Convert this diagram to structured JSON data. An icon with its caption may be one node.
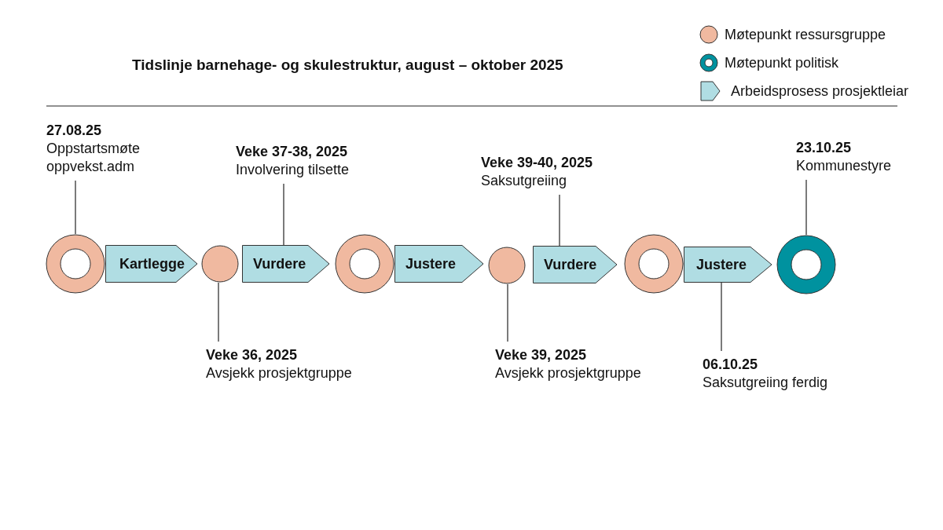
{
  "diagram": {
    "title": "Tidslinje barnehage- og skulestruktur, august – oktober 2025",
    "nodes": [
      {
        "text": [],
        "shape": "circle"
      },
      {
        "text": [
          "Kartlegge"
        ]
      },
      {
        "text": [],
        "shape": "circle"
      },
      {
        "text": [
          "Vurdere"
        ]
      },
      {
        "text": [],
        "shape": "circle"
      },
      {
        "text": [
          "Justere"
        ]
      },
      {
        "text": [],
        "shape": "circle"
      },
      {
        "text": [
          "Vurdere"
        ]
      },
      {
        "text": [],
        "shape": "circle"
      },
      {
        "text": [
          "Justere"
        ]
      },
      {
        "text": [],
        "shape": "circle"
      },
      {
        "text": [
          "27.08.25",
          "Oppstartsmøte oppvekst.adm"
        ]
      },
      {
        "text": [
          "Veke 36, 2025",
          "Avsjekk prosjektgruppe"
        ]
      },
      {
        "text": [
          "Veke 37-38, 2025",
          "Involvering tilsette"
        ]
      },
      {
        "text": [
          "Veke 39-40, 2025",
          "Saksutgreiing"
        ]
      },
      {
        "text": [
          "Veke 39, 2025",
          "Avsjekk prosjektgruppe"
        ]
      },
      {
        "text": [
          "06.10.25",
          "Saksutgreiing ferdig"
        ]
      },
      {
        "text": [
          "23.10.25",
          "Kommunestyre"
        ]
      }
    ],
    "edges": [
      {
        "from": 11,
        "to": 0,
        "arrow": "none"
      },
      {
        "from": 12,
        "to": 2,
        "arrow": "none"
      },
      {
        "from": 13,
        "to": 3,
        "arrow": "none"
      },
      {
        "from": 14,
        "to": 7,
        "arrow": "none"
      },
      {
        "from": 15,
        "to": 6,
        "arrow": "none"
      },
      {
        "from": 16,
        "to": 9,
        "arrow": "none"
      },
      {
        "from": 17,
        "to": 10,
        "arrow": "none"
      }
    ],
    "legend": [
      {
        "text": "Møtepunkt ressursgruppe",
        "color": "#f0b9a0"
      },
      {
        "text": "Møtepunkt politisk",
        "color": "#00929f"
      },
      {
        "text": "Arbeidsprosess prosjektleiar",
        "color": "#b0dde3"
      }
    ]
  }
}
